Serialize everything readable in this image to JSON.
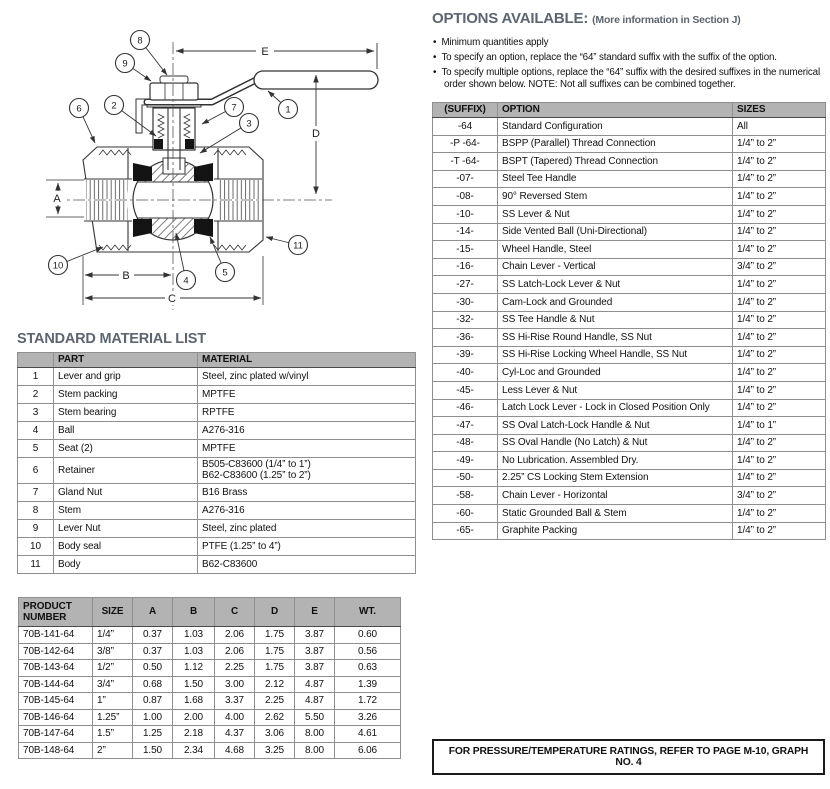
{
  "diagram": {
    "callouts": [
      "1",
      "2",
      "3",
      "4",
      "5",
      "6",
      "7",
      "8",
      "9",
      "10",
      "11"
    ],
    "dims": {
      "a": "A",
      "b": "B",
      "c": "C",
      "d": "D",
      "e": "E"
    }
  },
  "material_list": {
    "title": "STANDARD MATERIAL LIST",
    "headers": [
      "",
      "PART",
      "MATERIAL"
    ],
    "rows": [
      [
        "1",
        "Lever and grip",
        "Steel, zinc plated w/vinyl"
      ],
      [
        "2",
        "Stem packing",
        "MPTFE"
      ],
      [
        "3",
        "Stem bearing",
        "RPTFE"
      ],
      [
        "4",
        "Ball",
        "A276-316"
      ],
      [
        "5",
        "Seat (2)",
        "MPTFE"
      ],
      [
        "6",
        "Retainer",
        [
          "B505-C83600 (1/4” to 1”)",
          "B62-C83600 (1.25” to 2”)"
        ]
      ],
      [
        "7",
        "Gland Nut",
        "B16 Brass"
      ],
      [
        "8",
        "Stem",
        "A276-316"
      ],
      [
        "9",
        "Lever Nut",
        "Steel, zinc plated"
      ],
      [
        "10",
        "Body seal",
        "PTFE (1.25” to 4”)"
      ],
      [
        "11",
        "Body",
        "B62-C83600"
      ]
    ]
  },
  "options": {
    "title": "OPTIONS AVAILABLE:",
    "subtitle": "(More information in Section J)",
    "bullets": [
      "Minimum quantities apply",
      "To specify an option, replace the “64” standard suffix with the suffix of the option.",
      "To specify multiple options, replace the “64” suffix with the desired suffixes in the numerical order shown below. NOTE: Not all suffixes can be combined together."
    ],
    "headers": [
      "(SUFFIX)",
      "OPTION",
      "SIZES"
    ],
    "rows": [
      [
        "-64",
        "Standard Configuration",
        "All"
      ],
      [
        "-P  -64-",
        "BSPP (Parallel) Thread Connection",
        "1/4” to 2”"
      ],
      [
        "-T  -64-",
        "BSPT (Tapered) Thread Connection",
        "1/4” to 2”"
      ],
      [
        "-07-",
        "Steel Tee Handle",
        "1/4” to 2”"
      ],
      [
        "-08-",
        "90° Reversed Stem",
        "1/4” to 2”"
      ],
      [
        "-10-",
        "SS Lever & Nut",
        "1/4” to 2”"
      ],
      [
        "-14-",
        "Side Vented Ball (Uni-Directional)",
        "1/4” to 2”"
      ],
      [
        "-15-",
        "Wheel Handle, Steel",
        "1/4” to 2”"
      ],
      [
        "-16-",
        "Chain Lever - Vertical",
        "3/4” to 2”"
      ],
      [
        "-27-",
        "SS Latch-Lock Lever & Nut",
        "1/4” to 2”"
      ],
      [
        "-30-",
        "Cam-Lock and Grounded",
        "1/4” to 2”"
      ],
      [
        "-32-",
        "SS Tee Handle & Nut",
        "1/4” to 2”"
      ],
      [
        "-36-",
        "SS Hi-Rise Round Handle, SS Nut",
        "1/4” to 2”"
      ],
      [
        "-39-",
        "SS Hi-Rise Locking Wheel Handle, SS Nut",
        "1/4” to 2”"
      ],
      [
        "-40-",
        "Cyl-Loc and Grounded",
        "1/4” to 2”"
      ],
      [
        "-45-",
        "Less Lever & Nut",
        "1/4” to 2”"
      ],
      [
        "-46-",
        "Latch Lock Lever - Lock in Closed Position Only",
        "1/4” to 2”"
      ],
      [
        "-47-",
        "SS Oval Latch-Lock Handle & Nut",
        "1/4” to 1”"
      ],
      [
        "-48-",
        "SS Oval Handle (No Latch) & Nut",
        "1/4” to 2”"
      ],
      [
        "-49-",
        "No Lubrication. Assembled Dry.",
        "1/4” to 2”"
      ],
      [
        "-50-",
        "2.25” CS Locking Stem Extension",
        "1/4” to 2”"
      ],
      [
        "-58-",
        "Chain Lever - Horizontal",
        "3/4” to 2”"
      ],
      [
        "-60-",
        "Static Grounded Ball & Stem",
        "1/4” to 2”"
      ],
      [
        "-65-",
        "Graphite Packing",
        "1/4” to 2”"
      ]
    ]
  },
  "products": {
    "headers": [
      [
        "PRODUCT",
        "NUMBER"
      ],
      "SIZE",
      "A",
      "B",
      "C",
      "D",
      "E",
      "WT."
    ],
    "rows": [
      [
        "70B-141-64",
        "1/4”",
        "0.37",
        "1.03",
        "2.06",
        "1.75",
        "3.87",
        "0.60"
      ],
      [
        "70B-142-64",
        "3/8”",
        "0.37",
        "1.03",
        "2.06",
        "1.75",
        "3.87",
        "0.56"
      ],
      [
        "70B-143-64",
        "1/2”",
        "0.50",
        "1.12",
        "2.25",
        "1.75",
        "3.87",
        "0.63"
      ],
      [
        "70B-144-64",
        "3/4”",
        "0.68",
        "1.50",
        "3.00",
        "2.12",
        "4.87",
        "1.39"
      ],
      [
        "70B-145-64",
        "1”",
        "0.87",
        "1.68",
        "3.37",
        "2.25",
        "4.87",
        "1.72"
      ],
      [
        "70B-146-64",
        "1.25”",
        "1.00",
        "2.00",
        "4.00",
        "2.62",
        "5.50",
        "3.26"
      ],
      [
        "70B-147-64",
        "1.5”",
        "1.25",
        "2.18",
        "4.37",
        "3.06",
        "8.00",
        "4.61"
      ],
      [
        "70B-148-64",
        "2”",
        "1.50",
        "2.34",
        "4.68",
        "3.25",
        "8.00",
        "6.06"
      ]
    ]
  },
  "note": "FOR PRESSURE/TEMPERATURE RATINGS, REFER TO PAGE M-10, GRAPH NO. 4",
  "colors": {
    "accent": "#5d6570",
    "table_header_bg": "#b4b3b3",
    "line": "#333333"
  }
}
